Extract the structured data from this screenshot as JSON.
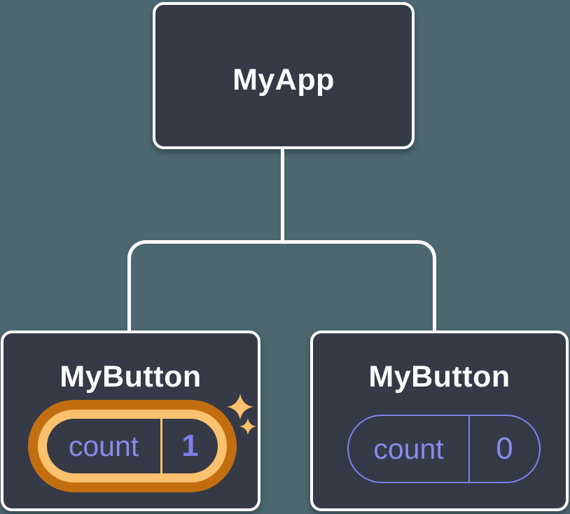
{
  "diagram": {
    "description": "React component tree with state",
    "colors": {
      "background": "#4C6770",
      "node_fill": "#353A46",
      "node_border": "#FFFFFF",
      "connector": "#FFFFFF",
      "state_text": "#8A8AEB",
      "state_pill_border": "#8181F0",
      "highlight_ring_outer": "#C26E10",
      "highlight_ring_inner": "#FBC16D",
      "sparkle": "#FBC16D"
    },
    "tree": {
      "root": {
        "label": "MyApp"
      },
      "children": [
        {
          "label": "MyButton",
          "state": {
            "name": "count",
            "value": "1"
          },
          "highlighted": true
        },
        {
          "label": "MyButton",
          "state": {
            "name": "count",
            "value": "0"
          },
          "highlighted": false
        }
      ]
    }
  }
}
